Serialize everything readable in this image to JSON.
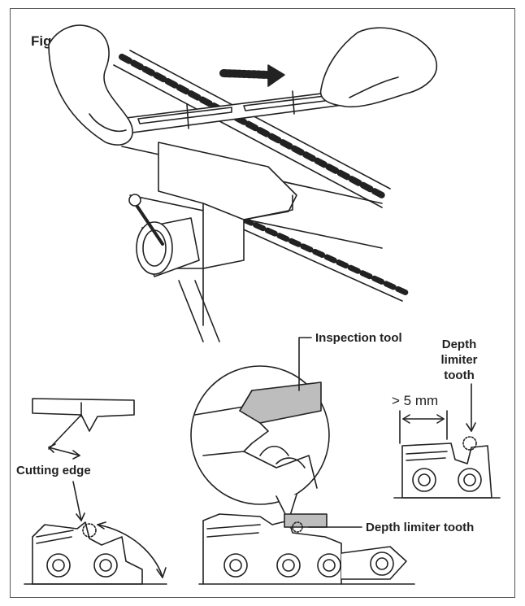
{
  "figure": {
    "label": "Fig. 22",
    "annotations": {
      "inspection_tool": "Inspection tool",
      "depth_limiter_right_1": "Depth",
      "depth_limiter_right_2": "limiter",
      "depth_limiter_right_3": "tooth",
      "distance": "> 5 mm",
      "cutting_edge": "Cutting edge",
      "depth_limiter_bottom": "Depth limiter tooth"
    }
  },
  "colors": {
    "line": "#222222",
    "tool_fill": "#bdbdbd",
    "skin": "#ffffff"
  }
}
